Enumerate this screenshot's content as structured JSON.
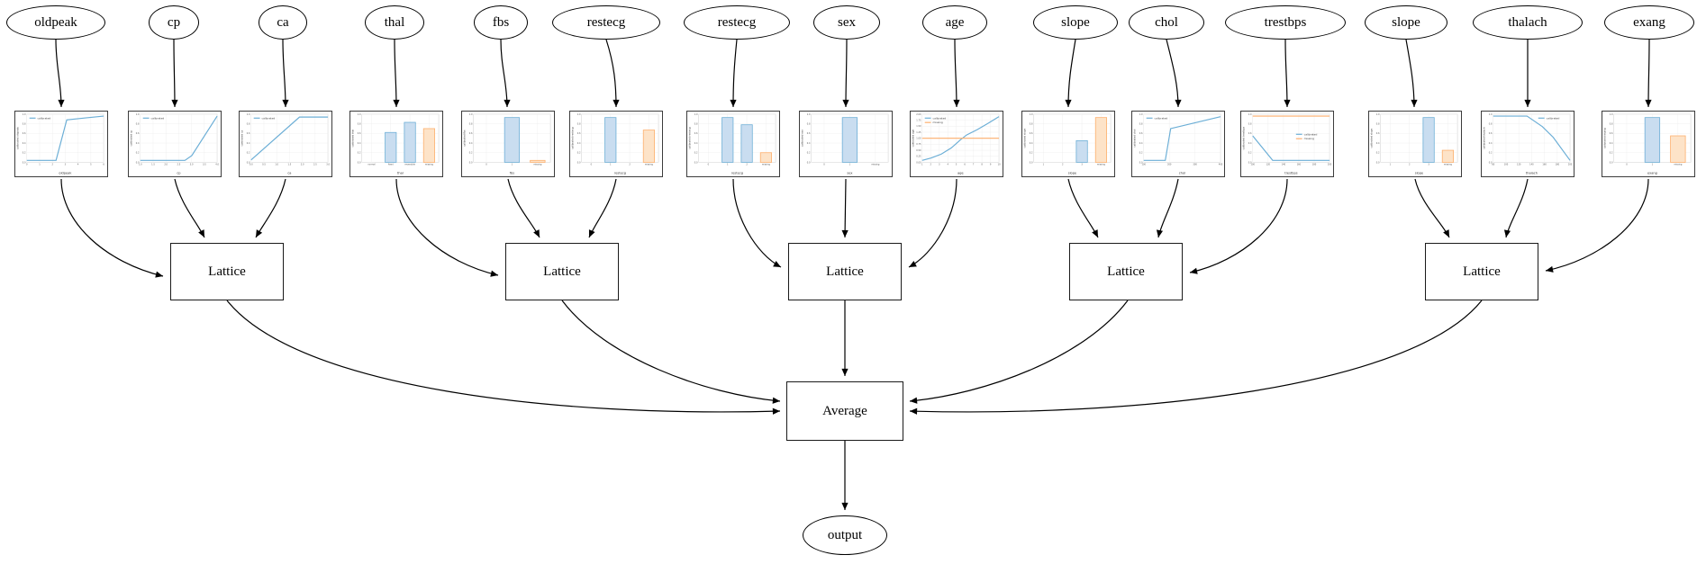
{
  "diagram": {
    "labels": {
      "lattice": "Lattice",
      "average": "Average",
      "output": "output"
    },
    "features": [
      {
        "label": "oldpeak"
      },
      {
        "label": "cp"
      },
      {
        "label": "ca"
      },
      {
        "label": "thal"
      },
      {
        "label": "fbs"
      },
      {
        "label": "restecg"
      },
      {
        "label": "restecg"
      },
      {
        "label": "sex"
      },
      {
        "label": "age"
      },
      {
        "label": "slope"
      },
      {
        "label": "chol"
      },
      {
        "label": "trestbps"
      },
      {
        "label": "slope"
      },
      {
        "label": "thalach"
      },
      {
        "label": "exang"
      }
    ]
  },
  "colors": {
    "calibrated_line": "#6baed6",
    "missing_line": "#fdae6b",
    "bar_blue_fill": "#c9ddf0",
    "bar_blue_edge": "#6baed6",
    "bar_orange_fill": "#fde3c8",
    "bar_orange_edge": "#fdae6b",
    "grid": "#ececec",
    "frame": "#cccccc",
    "tick_text": "#555555",
    "edge_stroke": "#000000"
  },
  "chart_data": [
    {
      "feature": "oldpeak",
      "type": "line",
      "x_label": "oldpeak",
      "y_label": "calibrated oldpeak",
      "x_ticks": [
        "0",
        "1",
        "2",
        "3",
        "4",
        "5",
        "6"
      ],
      "y_ticks": [
        "0.0",
        "0.2",
        "0.4",
        "0.6",
        "0.8",
        "1.0"
      ],
      "legend": {
        "pos": "tl",
        "items": [
          {
            "label": "calibrated",
            "color": "blue"
          }
        ]
      },
      "series": [
        {
          "name": "calibrated",
          "color": "blue",
          "points": [
            [
              0,
              0.04
            ],
            [
              0.38,
              0.04
            ],
            [
              0.52,
              0.88
            ],
            [
              0.75,
              0.92
            ],
            [
              1,
              0.96
            ]
          ]
        }
      ]
    },
    {
      "feature": "cp",
      "type": "line",
      "x_label": "cp",
      "y_label": "calibrated cp",
      "x_ticks": [
        "1.0",
        "1.5",
        "2.0",
        "2.5",
        "3.0",
        "3.5",
        "4.0"
      ],
      "y_ticks": [
        "0.0",
        "0.2",
        "0.4",
        "0.6",
        "0.8",
        "1.0"
      ],
      "legend": {
        "pos": "tl",
        "items": [
          {
            "label": "calibrated",
            "color": "blue"
          }
        ]
      },
      "series": [
        {
          "name": "calibrated",
          "color": "blue",
          "points": [
            [
              0,
              0.04
            ],
            [
              0.58,
              0.04
            ],
            [
              0.67,
              0.14
            ],
            [
              1,
              0.96
            ]
          ]
        }
      ]
    },
    {
      "feature": "ca",
      "type": "line",
      "x_label": "ca",
      "y_label": "calibrated ca",
      "x_ticks": [
        "0.0",
        "0.5",
        "1.0",
        "1.5",
        "2.0",
        "2.5",
        "3.0"
      ],
      "y_ticks": [
        "0.0",
        "0.2",
        "0.4",
        "0.6",
        "0.8",
        "1.0"
      ],
      "legend": {
        "pos": "tl",
        "items": [
          {
            "label": "calibrated",
            "color": "blue"
          }
        ]
      },
      "series": [
        {
          "name": "calibrated",
          "color": "blue",
          "points": [
            [
              0,
              0.05
            ],
            [
              0.63,
              0.94
            ],
            [
              1,
              0.94
            ]
          ]
        }
      ]
    },
    {
      "feature": "thal",
      "type": "bar",
      "x_label": "thal",
      "y_label": "calibrated thal",
      "categories": [
        "normal",
        "fixed",
        "reversible",
        "missing"
      ],
      "values": [
        0,
        0.62,
        0.83,
        0.7
      ],
      "bar_colors": [
        "blue",
        "blue",
        "blue",
        "orange"
      ],
      "y_ticks": [
        "0.0",
        "0.2",
        "0.4",
        "0.6",
        "0.8",
        "1.0"
      ]
    },
    {
      "feature": "fbs",
      "type": "bar",
      "x_label": "fbs",
      "y_label": "calibrated fbs",
      "categories": [
        "0",
        "1",
        "missing"
      ],
      "values": [
        0,
        0.93,
        0.04
      ],
      "bar_colors": [
        "blue",
        "blue",
        "orange"
      ],
      "y_ticks": [
        "0.0",
        "0.2",
        "0.4",
        "0.6",
        "0.8",
        "1.0"
      ]
    },
    {
      "feature": "restecg",
      "type": "bar",
      "x_label": "restecg",
      "y_label": "calibrated restecg",
      "categories": [
        "0",
        "1",
        "2",
        "missing"
      ],
      "values": [
        0,
        0.93,
        0,
        0.67
      ],
      "bar_colors": [
        "blue",
        "blue",
        "blue",
        "orange"
      ],
      "y_ticks": [
        "0.0",
        "0.2",
        "0.4",
        "0.6",
        "0.8",
        "1.0"
      ]
    },
    {
      "feature": "restecg",
      "type": "bar",
      "x_label": "restecg",
      "y_label": "calibrated restecg",
      "categories": [
        "0",
        "1",
        "2",
        "missing"
      ],
      "values": [
        0,
        0.93,
        0.78,
        0.2
      ],
      "bar_colors": [
        "blue",
        "blue",
        "blue",
        "orange"
      ],
      "y_ticks": [
        "0.0",
        "0.2",
        "0.4",
        "0.6",
        "0.8",
        "1.0"
      ]
    },
    {
      "feature": "sex",
      "type": "bar",
      "x_label": "sex",
      "y_label": "calibrated sex",
      "categories": [
        "0",
        "1",
        "missing"
      ],
      "values": [
        0,
        0.93,
        0
      ],
      "bar_colors": [
        "blue",
        "blue",
        "orange"
      ],
      "y_ticks": [
        "0.0",
        "0.2",
        "0.4",
        "0.6",
        "0.8",
        "1.0"
      ]
    },
    {
      "feature": "age",
      "type": "line",
      "x_label": "age",
      "y_label": "calibrated age",
      "x_ticks": [
        "1",
        "2",
        "3",
        "4",
        "5",
        "6",
        "7",
        "8",
        "9",
        "10"
      ],
      "y_ticks": [
        "0.00",
        "0.25",
        "0.50",
        "0.75",
        "1.00",
        "1.25",
        "1.50",
        "1.75",
        "2.00"
      ],
      "legend": {
        "pos": "tl",
        "items": [
          {
            "label": "calibrated",
            "color": "blue"
          },
          {
            "label": "missing",
            "color": "orange"
          }
        ]
      },
      "series": [
        {
          "name": "calibrated",
          "color": "blue",
          "points": [
            [
              0,
              0.04
            ],
            [
              0.12,
              0.09
            ],
            [
              0.25,
              0.17
            ],
            [
              0.38,
              0.3
            ],
            [
              0.5,
              0.47
            ],
            [
              0.58,
              0.57
            ],
            [
              0.72,
              0.68
            ],
            [
              0.86,
              0.81
            ],
            [
              1,
              0.95
            ]
          ]
        },
        {
          "name": "missing",
          "color": "orange",
          "points": [
            [
              0,
              0.5
            ],
            [
              1,
              0.5
            ]
          ]
        }
      ]
    },
    {
      "feature": "slope",
      "type": "bar",
      "x_label": "slope",
      "y_label": "calibrated slope",
      "categories": [
        "1",
        "2",
        "3",
        "missing"
      ],
      "values": [
        0,
        0,
        0.45,
        0.93
      ],
      "bar_colors": [
        "blue",
        "blue",
        "blue",
        "orange"
      ],
      "y_ticks": [
        "0.0",
        "0.2",
        "0.4",
        "0.6",
        "0.8",
        "1.0"
      ]
    },
    {
      "feature": "chol",
      "type": "line",
      "x_label": "chol",
      "y_label": "calibrated chol",
      "x_ticks": [
        "100",
        "200",
        "300",
        "400"
      ],
      "y_ticks": [
        "0.0",
        "0.2",
        "0.4",
        "0.6",
        "0.8",
        "1.0"
      ],
      "legend": {
        "pos": "tl",
        "items": [
          {
            "label": "calibrated",
            "color": "blue"
          }
        ]
      },
      "series": [
        {
          "name": "calibrated",
          "color": "blue",
          "points": [
            [
              0,
              0.04
            ],
            [
              0.28,
              0.04
            ],
            [
              0.35,
              0.7
            ],
            [
              1,
              0.95
            ]
          ]
        }
      ]
    },
    {
      "feature": "trestbps",
      "type": "line",
      "x_label": "trestbps",
      "y_label": "calibrated trestbps",
      "x_ticks": [
        "100",
        "120",
        "140",
        "160",
        "180",
        "200"
      ],
      "y_ticks": [
        "0.0",
        "0.2",
        "0.4",
        "0.6",
        "0.8",
        "1.0"
      ],
      "legend": {
        "pos": "cr",
        "items": [
          {
            "label": "calibrated",
            "color": "blue"
          },
          {
            "label": "missing",
            "color": "orange"
          }
        ]
      },
      "series": [
        {
          "name": "calibrated",
          "color": "blue",
          "points": [
            [
              0,
              0.55
            ],
            [
              0.26,
              0.04
            ],
            [
              1,
              0.04
            ]
          ]
        },
        {
          "name": "missing",
          "color": "orange",
          "points": [
            [
              0,
              0.96
            ],
            [
              1,
              0.96
            ]
          ]
        }
      ]
    },
    {
      "feature": "slope",
      "type": "bar",
      "x_label": "slope",
      "y_label": "calibrated slope",
      "categories": [
        "1",
        "2",
        "3",
        "missing"
      ],
      "values": [
        0,
        0,
        0.93,
        0.25
      ],
      "bar_colors": [
        "blue",
        "blue",
        "blue",
        "orange"
      ],
      "y_ticks": [
        "0.0",
        "0.2",
        "0.4",
        "0.6",
        "0.8",
        "1.0"
      ]
    },
    {
      "feature": "thalach",
      "type": "line",
      "x_label": "thalach",
      "y_label": "calibrated thalach",
      "x_ticks": [
        "80",
        "100",
        "120",
        "140",
        "160",
        "180",
        "200"
      ],
      "y_ticks": [
        "0.0",
        "0.2",
        "0.4",
        "0.6",
        "0.8",
        "1.0"
      ],
      "legend": {
        "pos": "tr",
        "items": [
          {
            "label": "calibrated",
            "color": "blue"
          }
        ]
      },
      "series": [
        {
          "name": "calibrated",
          "color": "blue",
          "points": [
            [
              0,
              0.96
            ],
            [
              0.44,
              0.96
            ],
            [
              0.64,
              0.74
            ],
            [
              0.78,
              0.52
            ],
            [
              1,
              0.04
            ]
          ]
        }
      ]
    },
    {
      "feature": "exang",
      "type": "bar",
      "x_label": "exang",
      "y_label": "calibrated exang",
      "categories": [
        "0",
        "1",
        "missing"
      ],
      "values": [
        0,
        0.93,
        0.55
      ],
      "bar_colors": [
        "blue",
        "blue",
        "orange"
      ],
      "y_ticks": [
        "0.0",
        "0.2",
        "0.4",
        "0.6",
        "0.8",
        "1.0"
      ]
    }
  ]
}
